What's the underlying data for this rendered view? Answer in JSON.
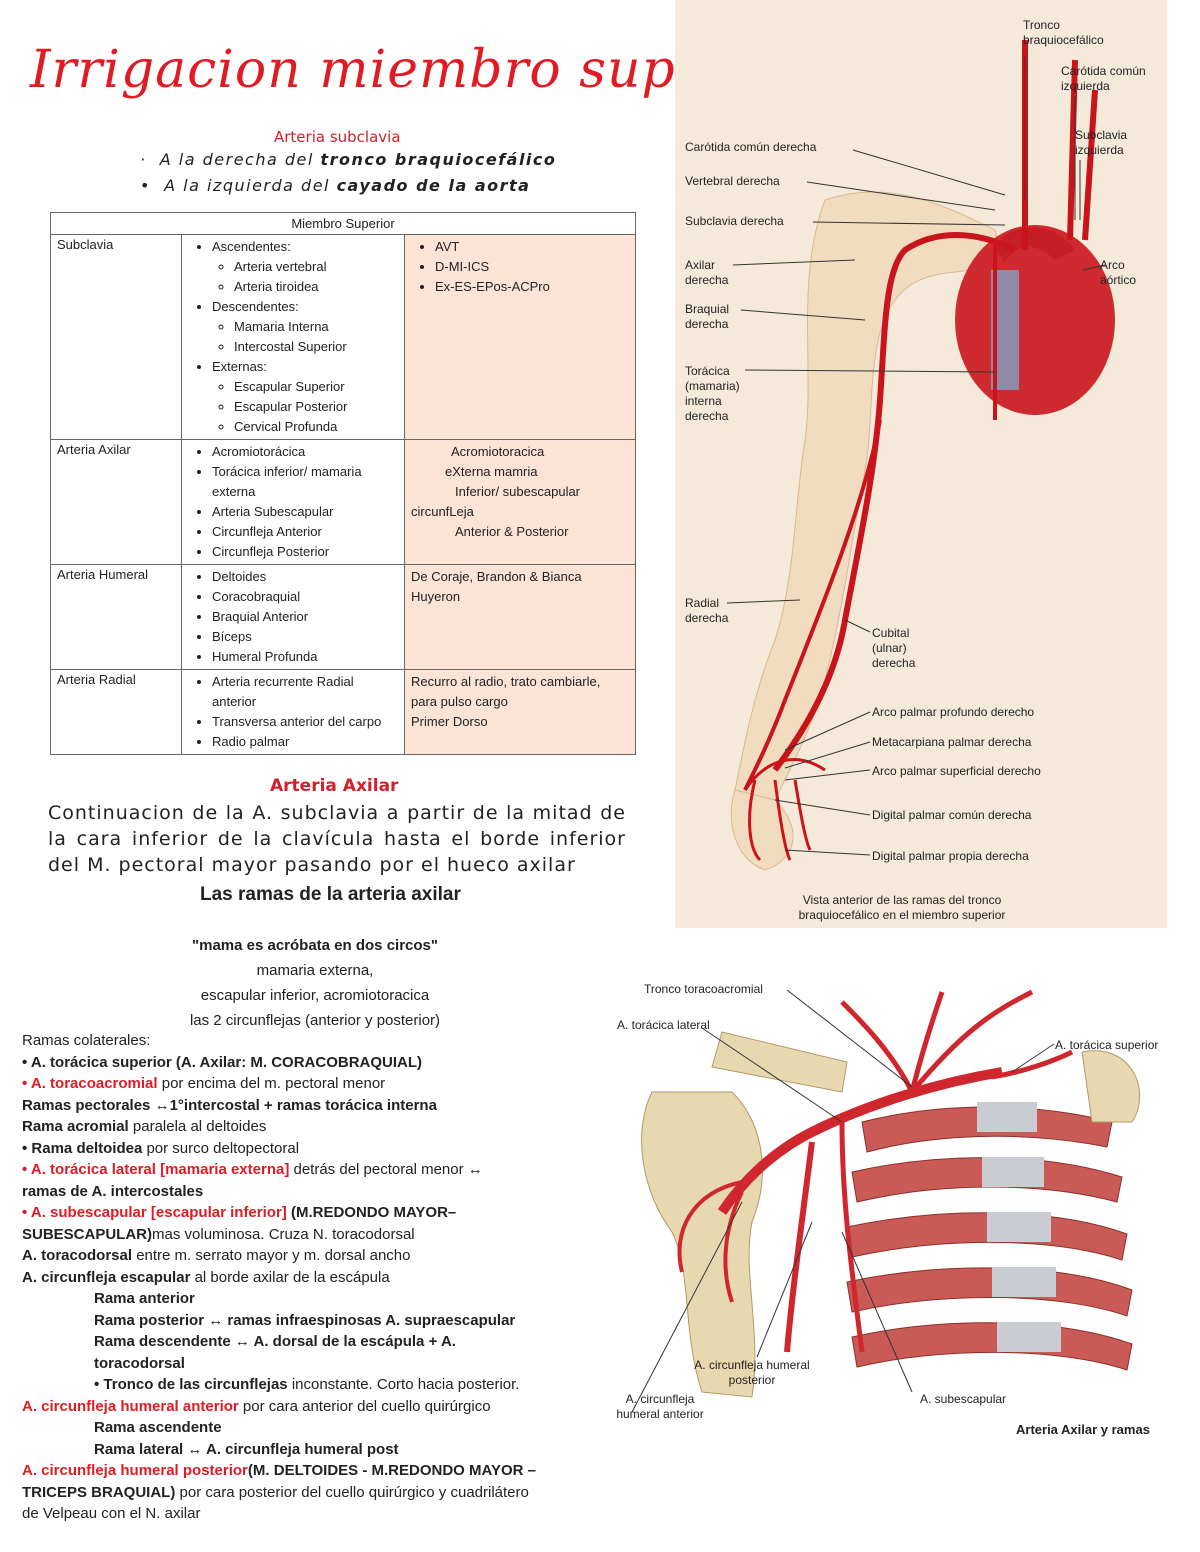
{
  "title": "Irrigacion miembro superior",
  "subclavia": {
    "heading": "Arteria subclavia",
    "items": [
      {
        "prefix": "A la derecha del ",
        "bold": "tronco braquiocefálico"
      },
      {
        "prefix": "A la izquierda del ",
        "bold": "cayado de la aorta"
      }
    ]
  },
  "table": {
    "header": "Miembro Superior",
    "rows": [
      {
        "name": "Subclavia",
        "groups": [
          {
            "label": "Ascendentes:",
            "items": [
              "Arteria vertebral",
              "Arteria tiroidea"
            ]
          },
          {
            "label": "Descendentes:",
            "items": [
              "Mamaria Interna",
              "Intercostal Superior"
            ]
          },
          {
            "label": "Externas:",
            "items": [
              "Escapular Superior",
              "Escapular Posterior",
              "Cervical Profunda"
            ]
          }
        ],
        "mnemonic": [
          "AVT",
          "D-MI-ICS",
          "Ex-ES-EPos-ACPro"
        ]
      },
      {
        "name": "Arteria Axilar",
        "items": [
          "Acromiotorácica",
          "Torácica inferior/ mamaria externa",
          "Arteria Subescapular",
          "Circunfleja Anterior",
          "Circunfleja Posterior"
        ],
        "mnemonic_lines": [
          "Acromiotoracica",
          "eXterna mamria",
          "Inferior/ subescapular",
          "circunfLeja",
          "Anterior & Posterior"
        ]
      },
      {
        "name": "Arteria Humeral",
        "items": [
          "Deltoides",
          "Coracobraquial",
          "Braquial Anterior",
          "Bíceps",
          "Humeral Profunda"
        ],
        "mnemonic_text": "De Coraje, Brandon & Bianca Huyeron"
      },
      {
        "name": "Arteria Radial",
        "items": [
          "Arteria recurrente Radial anterior",
          "Transversa anterior del carpo",
          "Radio palmar"
        ],
        "mnemonic_text": "Recurro al radio, trato cambiarle, para pulso cargo",
        "mnemonic_extra": "Primer Dorso"
      }
    ]
  },
  "axilar": {
    "heading": "Arteria Axilar",
    "paragraph": "Continuacion de la A. subclavia a partir de la mitad de la cara inferior de la clavícula hasta el borde inferior del M. pectoral mayor pasando por el hueco axilar",
    "ramas_title": "Las ramas de la arteria axilar",
    "quote": "\"mama es acróbata en dos circos\"",
    "quote_lines": [
      "mamaria externa,",
      "escapular inferior,  acromiotoracica",
      "las 2 circunflejas (anterior y posterior)"
    ]
  },
  "notes": {
    "intro": "Ramas colaterales:",
    "l1": "• A. torácica superior (A. Axilar: M. CORACOBRAQUIAL)",
    "l2_red": "• A. toracoacromial",
    "l2_rest": " por encima del m. pectoral menor",
    "l3": "Ramas pectorales ↔1°intercostal + ramas torácica interna",
    "l4_bold": "Rama acromial",
    "l4_rest": " paralela al deltoides",
    "l5_bold": "• Rama deltoidea",
    "l5_rest": " por surco deltopectoral",
    "l6_red": "• A. torácica lateral [mamaria externa]",
    "l6_rest": " detrás del pectoral menor ↔",
    "l7": "ramas de A. intercostales",
    "l8_red": "• A. subescapular [escapular inferior]",
    "l8_rest": " (M.REDONDO MAYOR–",
    "l9_bold": "SUBESCAPULAR)",
    "l9_rest": "mas voluminosa. Cruza N. toracodorsal",
    "l10_bold": "A. toracodorsal",
    "l10_rest": " entre m. serrato mayor y m. dorsal ancho",
    "l11_bold": "A. circunfleja escapular",
    "l11_rest": " al borde axilar de la escápula",
    "l12": "Rama anterior",
    "l13": "Rama posterior ↔ ramas infraespinosas A. supraescapular",
    "l14": "Rama descendente ↔ A. dorsal de la escápula + A.",
    "l15": "toracodorsal",
    "l16_bold": "• Tronco de las circunflejas",
    "l16_rest": " inconstante. Corto hacia posterior.",
    "l17_red": "A. circunfleja humeral anterior",
    "l17_rest": " por cara anterior del cuello quirúrgico",
    "l18": "Rama ascendente",
    "l19": "Rama lateral ↔ A. circunfleja humeral post",
    "l20_red": "A. circunfleja humeral posterior",
    "l20_rest": "(M. DELTOIDES - M.REDONDO MAYOR –",
    "l21_bold": "TRICEPS BRAQUIAL)",
    "l21_rest": " por cara posterior del cuello quirúrgico y cuadrilátero",
    "l22": "de Velpeau con el N. axilar"
  },
  "figure1": {
    "labels": {
      "tronco": "Tronco braquiocefálico",
      "carotida_izq": "Carótida común izquierda",
      "subclavia_izq": "Subclavia izquierda",
      "carotida_der": "Carótida común derecha",
      "vertebral": "Vertebral derecha",
      "subclavia_der": "Subclavia derecha",
      "axilar": "Axilar derecha",
      "arco_aortico": "Arco aórtico",
      "braquial": "Braquial derecha",
      "toracica": "Torácica (mamaria) interna derecha",
      "radial": "Radial derecha",
      "cubital": "Cubital (ulnar) derecha",
      "arco_prof": "Arco palmar profundo derecho",
      "metacarpiana": "Metacarpiana palmar derecha",
      "arco_sup": "Arco palmar superficial derecho",
      "digital_comun": "Digital palmar común derecha",
      "digital_propia": "Digital palmar propia derecha"
    },
    "caption": "Vista anterior de las ramas del tronco braquiocefálico en el miembro superior"
  },
  "figure2": {
    "labels": {
      "tronco_toraco": "Tronco toracoacromial",
      "toracica_lat": "A. torácica lateral",
      "toracica_sup": "A. torácica superior",
      "circ_post": "A. circunfleja humeral posterior",
      "subescapular": "A. subescapular",
      "circ_ant": "A. circunfleja humeral anterior"
    },
    "caption": "Arteria Axilar y ramas"
  }
}
